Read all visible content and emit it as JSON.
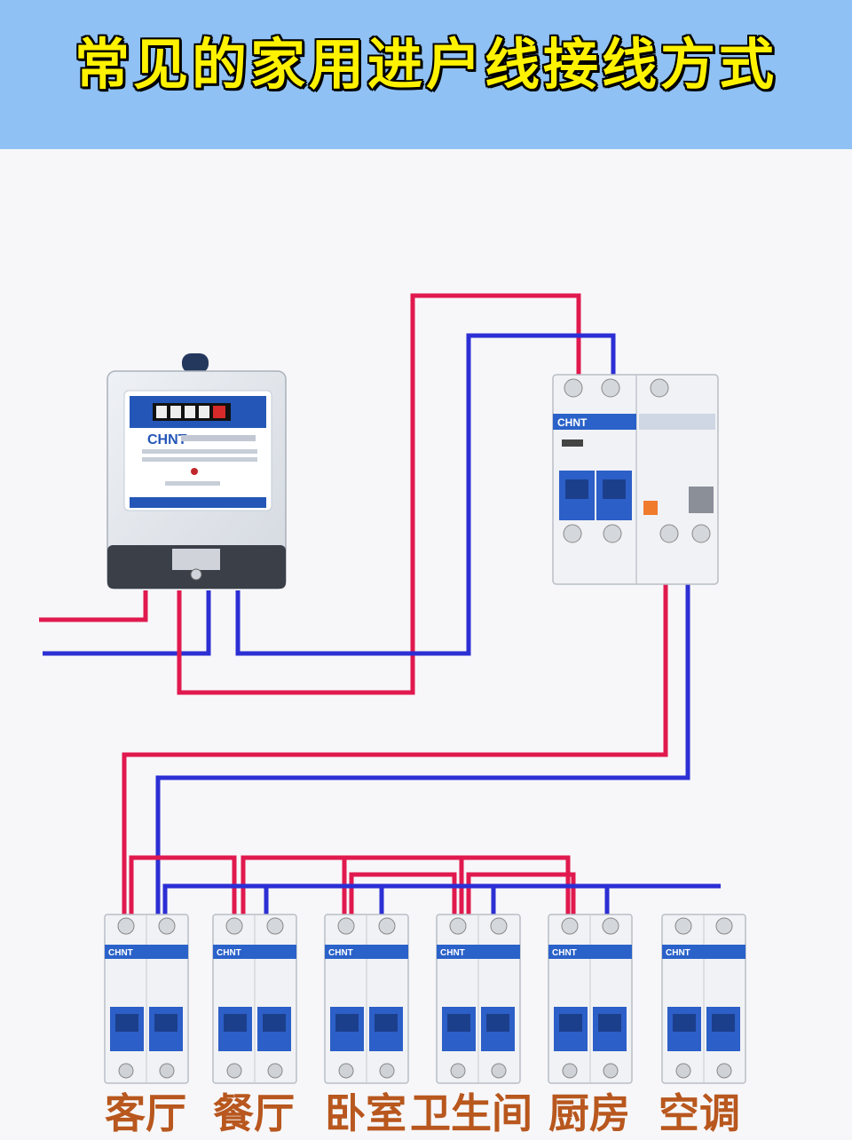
{
  "title": "常见的家用进户线接线方式",
  "meter": {
    "brand": "CHNT"
  },
  "main_breaker": {
    "brand": "CHNT"
  },
  "branch_brand": "CHNT",
  "circuits": [
    {
      "label": "客厅"
    },
    {
      "label": "餐厅"
    },
    {
      "label": "卧室"
    },
    {
      "label": "卫生间"
    },
    {
      "label": "厨房"
    },
    {
      "label": "空调"
    }
  ],
  "colors": {
    "live": "#e0194e",
    "neutral": "#2c2fd4",
    "header": "#8fc1f5",
    "title": "#fff200",
    "label": "#b8571e"
  }
}
